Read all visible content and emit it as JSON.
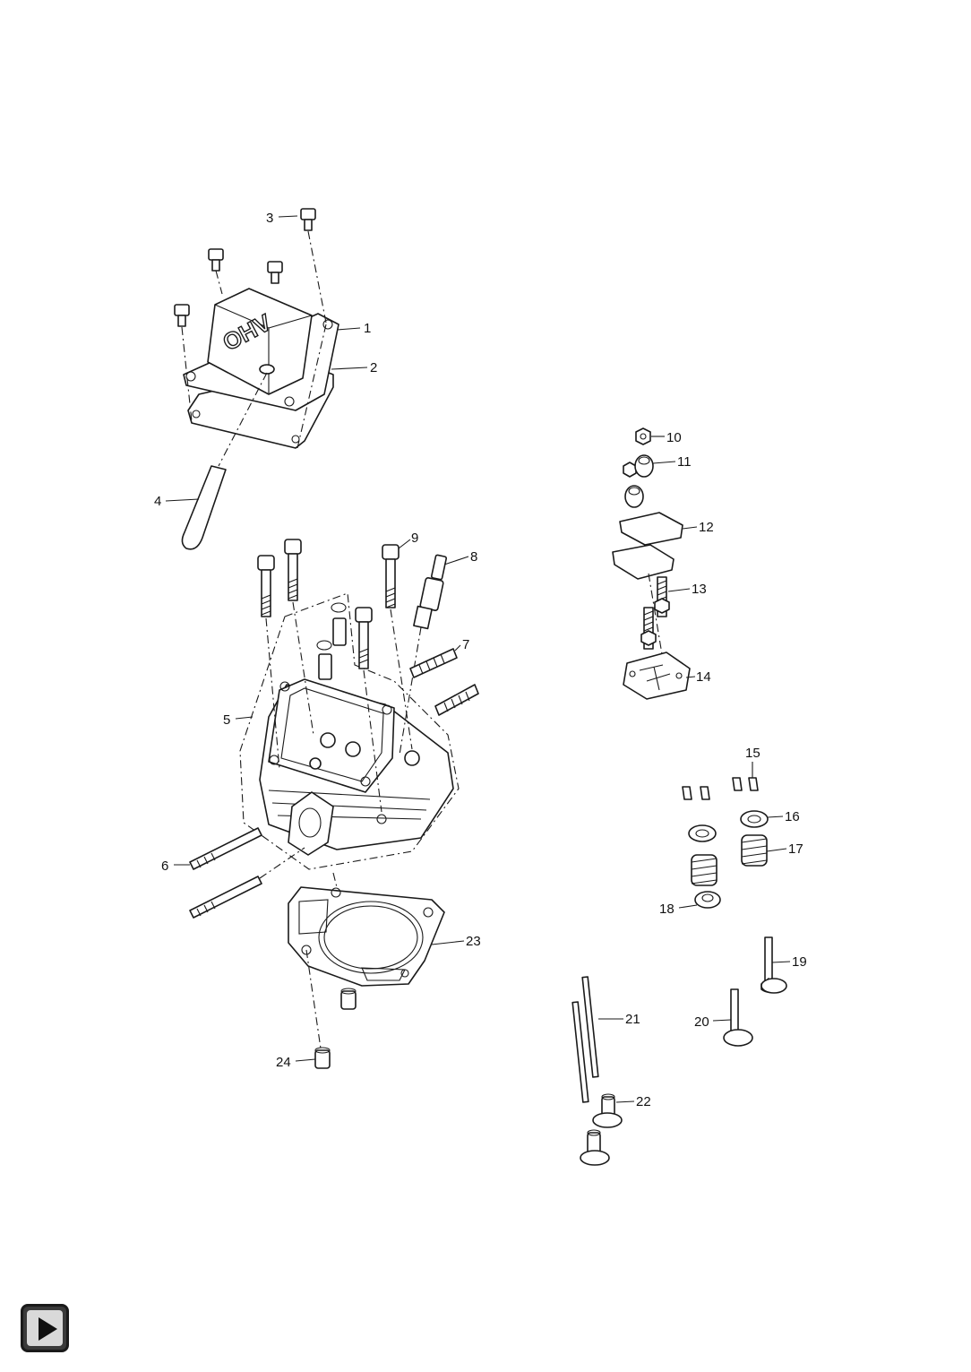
{
  "diagram": {
    "cover_emboss": "OHV",
    "callouts": [
      "1",
      "2",
      "3",
      "4",
      "5",
      "6",
      "7",
      "8",
      "9",
      "10",
      "11",
      "12",
      "13",
      "14",
      "15",
      "16",
      "17",
      "18",
      "19",
      "20",
      "21",
      "22",
      "23",
      "24"
    ]
  },
  "navigation": {
    "next_icon": "play-triangle-icon"
  },
  "colors": {
    "line": "#1a1a1a",
    "button_fill": "#d9d9d9"
  }
}
